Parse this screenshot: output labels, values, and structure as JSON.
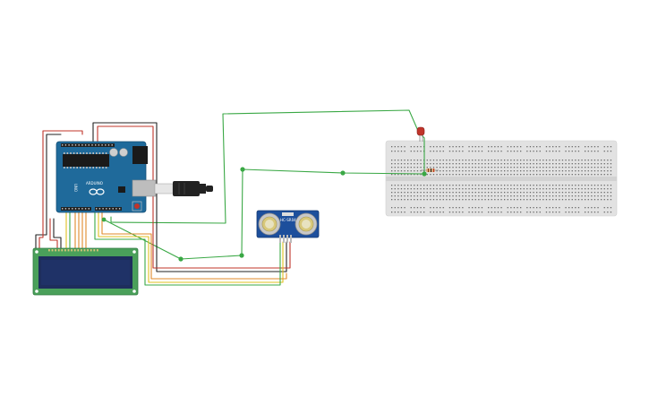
{
  "components": {
    "arduino": {
      "logo_text": "UNO",
      "brand_text": "ARDUINO",
      "color": "#1f6a9b"
    },
    "ultrasonic_sensor": {
      "model_label": "HC-SR04",
      "color": "#1d4f9c"
    },
    "lcd_module": {
      "pcb_color": "#4aa05a",
      "screen_color": "#1e2e5c"
    },
    "breadboard": {
      "color": "#e3e3e3"
    },
    "led": {
      "color": "#c0342a"
    },
    "resistor": {
      "color": "#d8a878"
    },
    "usb_cable": {
      "color": "#222222"
    }
  },
  "wire_colors": {
    "signal": "#3aa845",
    "power": "#c0342a",
    "ground": "#222222",
    "data_yellow": "#e0c020",
    "data_orange": "#e08a2a"
  }
}
